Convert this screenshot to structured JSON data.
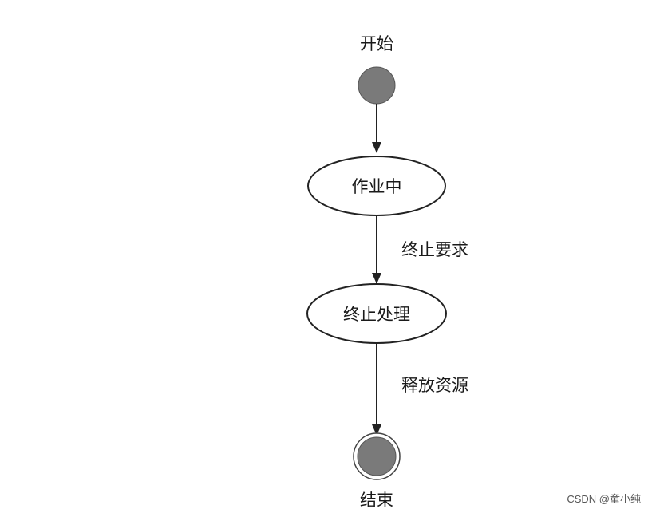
{
  "diagram": {
    "type": "state-diagram",
    "start_label": "开始",
    "end_label": "结束",
    "states": [
      {
        "label": "作业中"
      },
      {
        "label": "终止处理"
      }
    ],
    "transitions": [
      {
        "from": "开始",
        "to": "作业中",
        "label": ""
      },
      {
        "from": "作业中",
        "to": "终止处理",
        "label": "终止要求"
      },
      {
        "from": "终止处理",
        "to": "结束",
        "label": "释放资源"
      }
    ],
    "colors": {
      "node_fill": "#7a7a7a",
      "stroke": "#222222",
      "state_fill": "#ffffff"
    }
  },
  "watermark": "CSDN @童小纯"
}
